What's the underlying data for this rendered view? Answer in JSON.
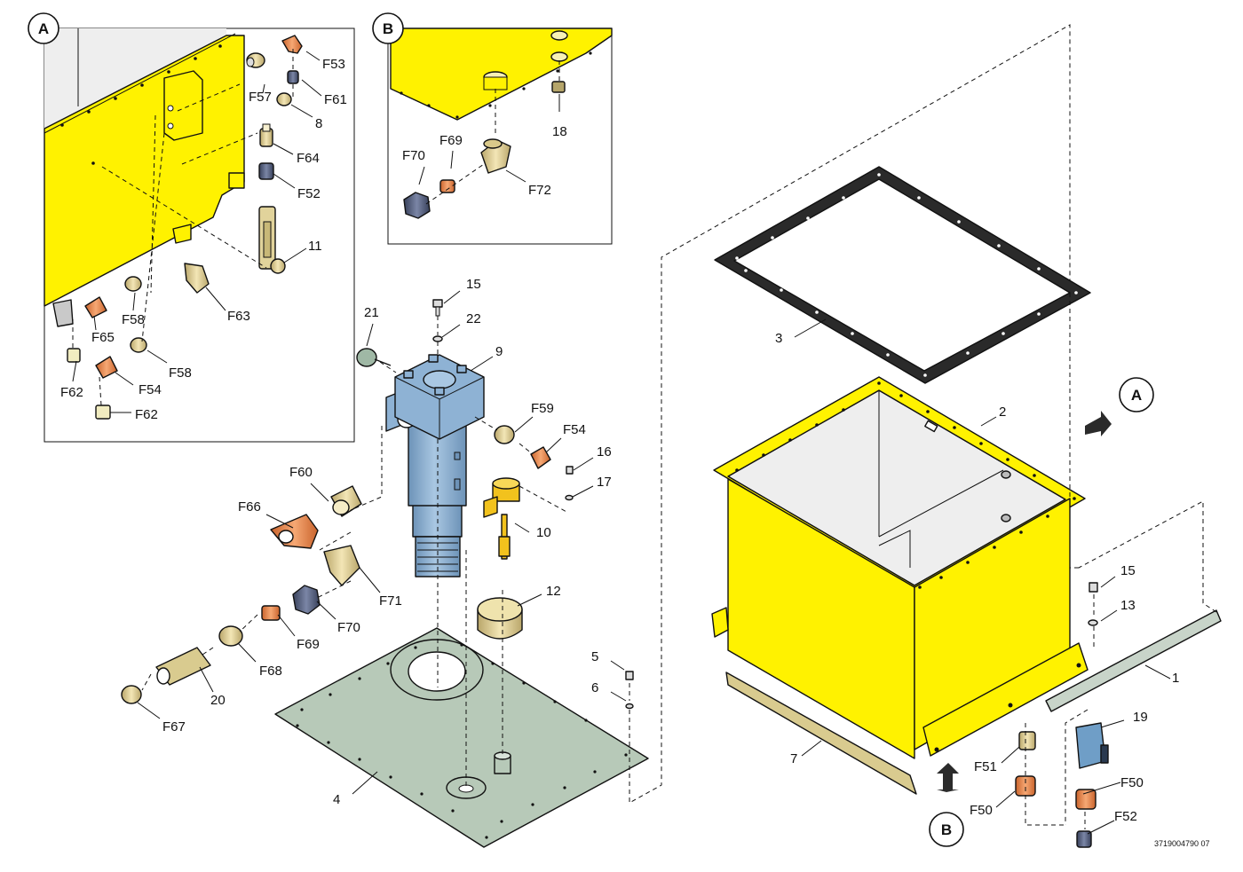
{
  "colors": {
    "yellow": "#fff200",
    "tank_inner": "#eeeeee",
    "blue_filter": "#8eb2d4",
    "brass": "#e8d79a",
    "copper": "#e98b4f",
    "navy": "#4b5675",
    "plate": "#b7c9b8",
    "gasket": "#2a2a2a",
    "valve_blue": "#6f9ec7"
  },
  "detail_a": {
    "badge": "A"
  },
  "detail_b": {
    "badge": "B"
  },
  "view_markers": {
    "a": "A",
    "b": "B"
  },
  "labels": {
    "F53": "F53",
    "F57": "F57",
    "F61": "F61",
    "p8": "8",
    "F64": "F64",
    "F52a": "F52",
    "p11": "11",
    "F63": "F63",
    "F58a": "F58",
    "F65": "F65",
    "F62a": "F62",
    "F54a": "F54",
    "F58b": "F58",
    "F62b": "F62",
    "F70b": "F70",
    "F69b": "F69",
    "F72": "F72",
    "p18": "18",
    "p15a": "15",
    "p22": "22",
    "p21": "21",
    "p9": "9",
    "F59": "F59",
    "F54b": "F54",
    "p16": "16",
    "p17": "17",
    "p10": "10",
    "p12": "12",
    "F60": "F60",
    "F66": "F66",
    "F71": "F71",
    "F70": "F70",
    "F69": "F69",
    "F68": "F68",
    "p20": "20",
    "F67": "F67",
    "p5": "5",
    "p6": "6",
    "p4": "4",
    "p3": "3",
    "p2": "2",
    "p15b": "15",
    "p13": "13",
    "p1": "1",
    "p7": "7",
    "p19": "19",
    "F51": "F51",
    "F50a": "F50",
    "F50b": "F50",
    "F52b": "F52"
  },
  "drawing_number": "3719004790 07"
}
